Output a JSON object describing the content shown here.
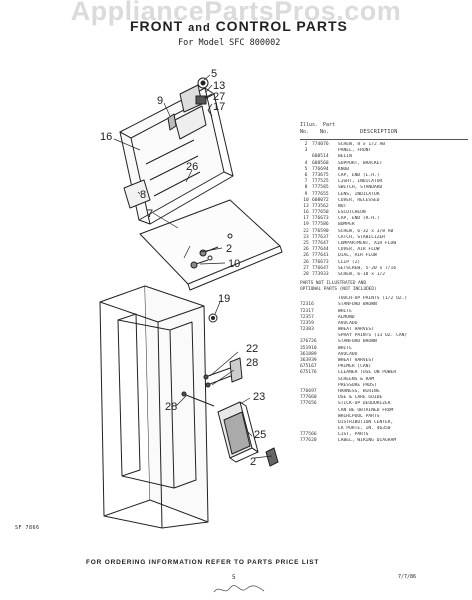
{
  "watermark": "AppliancePartsPros.com",
  "title": {
    "front": "FRONT",
    "and": "and",
    "control": "CONTROL",
    "parts": "PARTS"
  },
  "model_line": "For Model SFC 800002",
  "table_header": {
    "illus": "Illus.",
    "no": "No.",
    "part": "Part",
    "part_no": "No.",
    "description": "DESCRIPTION"
  },
  "parts": [
    {
      "illus": "2",
      "part": "774076",
      "desc": "SCREW, 8 x 1/2 AB"
    },
    {
      "illus": "3",
      "part": "",
      "desc": "PANEL, FRONT"
    },
    {
      "illus": "",
      "part": "608514",
      "desc": "BELIN"
    },
    {
      "illus": "4",
      "part": "608568",
      "desc": "SUPPORT, BRACKET"
    },
    {
      "illus": "5",
      "part": "776694",
      "desc": "KNOB"
    },
    {
      "illus": "6",
      "part": "773675",
      "desc": "CAP, END (L.H.)"
    },
    {
      "illus": "7",
      "part": "777525",
      "desc": "LIGHT, INDICATOR"
    },
    {
      "illus": "8",
      "part": "777585",
      "desc": "SWITCH, STANDARD"
    },
    {
      "illus": "9",
      "part": "777655",
      "desc": "LENS, INDICATOR"
    },
    {
      "illus": "10",
      "part": "608072",
      "desc": "COVER, RECESSED"
    },
    {
      "illus": "13",
      "part": "773562",
      "desc": "NUT"
    },
    {
      "illus": "16",
      "part": "777650",
      "desc": "ESCUTCHEON"
    },
    {
      "illus": "17",
      "part": "776673",
      "desc": "CAP, END (R.H.)"
    },
    {
      "illus": "19",
      "part": "777586",
      "desc": "BUMPER"
    },
    {
      "illus": "22",
      "part": "776590",
      "desc": "SCREW, 6-32 x 3/8 AB"
    },
    {
      "illus": "23",
      "part": "777637",
      "desc": "CATCH, STABILIZER"
    },
    {
      "illus": "25",
      "part": "777647",
      "desc": "COMPARTMENT, AIR FLOW"
    },
    {
      "illus": "26",
      "part": "777644",
      "desc": "COVER, AIR FLOW"
    },
    {
      "illus": "26",
      "part": "777641",
      "desc": "DIAL, AIR FLOW"
    },
    {
      "illus": "26",
      "part": "776673",
      "desc": "CLIP (2)"
    },
    {
      "illus": "27",
      "part": "776647",
      "desc": "SETSCREW, 5-20 x 7/16"
    },
    {
      "illus": "28",
      "part": "773933",
      "desc": "SCREW, 6-18 x 1/2"
    }
  ],
  "notes": [
    "PARTS NOT ILLUSTRATED AND",
    "OPTIONAL PARTS (NOT INCLUDED)"
  ],
  "extras": [
    {
      "part": "",
      "desc": "TOUCH-UP PAINTS (1/2 OZ.)"
    },
    {
      "part": "72316",
      "desc": "STANFORD BROWN"
    },
    {
      "part": "72317",
      "desc": "WHITE"
    },
    {
      "part": "72357",
      "desc": "ALMOND"
    },
    {
      "part": "72359",
      "desc": "AVOCADO"
    },
    {
      "part": "72383",
      "desc": "WHEAT HARVEST"
    },
    {
      "part": "",
      "desc": "SPRAY PAINTS (13 OZ. CAN)"
    },
    {
      "part": "376726",
      "desc": "STANFORD BROWN"
    },
    {
      "part": "351910",
      "desc": "WHITE"
    },
    {
      "part": "361889",
      "desc": "AVOCADO"
    },
    {
      "part": "363939",
      "desc": "WHEAT HARVEST"
    },
    {
      "part": "675167",
      "desc": "PRIMER (CAN)"
    },
    {
      "part": "675176",
      "desc": "CLEANER (USE ON POWER"
    },
    {
      "part": "",
      "desc": "SCREENS & RAM"
    },
    {
      "part": "",
      "desc": "PRESSURE PADS)"
    },
    {
      "part": "776697",
      "desc": "HARNESS, WIRING"
    },
    {
      "part": "777660",
      "desc": "USE & CARE GUIDE"
    },
    {
      "part": "777656",
      "desc": "STICK-UP DEODORIZER"
    },
    {
      "part": "",
      "desc": "CAN BE OBTAINED FROM"
    },
    {
      "part": "",
      "desc": "WHIRLPOOL PARTS"
    },
    {
      "part": "",
      "desc": "DISTRIBUTION CENTER,"
    },
    {
      "part": "",
      "desc": "LA PORTE, IN. 46350"
    },
    {
      "part": "777566",
      "desc": "LIST, PARTS"
    },
    {
      "part": "777620",
      "desc": "LABEL, WIRING DIAGRAM"
    }
  ],
  "callouts": {
    "c2a": "2",
    "c2b": "2",
    "c5": "5",
    "c7": "7",
    "c8": "8",
    "c9": "9",
    "c10": "10",
    "c13": "13",
    "c16": "16",
    "c17": "17",
    "c19": "19",
    "c22": "22",
    "c23": "23",
    "c25": "25",
    "c26": "26",
    "c27": "27",
    "c28a": "28",
    "c28b": "28"
  },
  "figure_id": "SF 7866",
  "footer": "FOR ORDERING INFORMATION REFER TO PARTS PRICE LIST",
  "page_number": "5",
  "date_code": "7/7/86"
}
